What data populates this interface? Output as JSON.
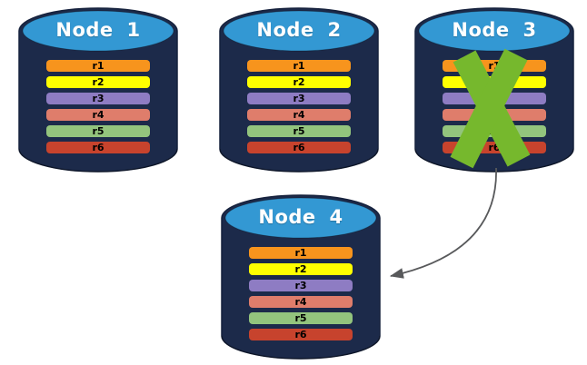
{
  "diagram": {
    "name": "database-replication-failover-diagram",
    "background": "#FFFFFF",
    "nodes": [
      {
        "label": "Node 1",
        "status": "ok"
      },
      {
        "label": "Node 2",
        "status": "ok"
      },
      {
        "label": "Node 3",
        "status": "failed"
      },
      {
        "label": "Node 4",
        "status": "ok"
      }
    ],
    "rows": [
      {
        "label": "r1",
        "color": "#F7941D"
      },
      {
        "label": "r2",
        "color": "#FFFF00"
      },
      {
        "label": "r3",
        "color": "#8E7CC3"
      },
      {
        "label": "r4",
        "color": "#DF7D6B"
      },
      {
        "label": "r5",
        "color": "#93C47D"
      },
      {
        "label": "r6",
        "color": "#C7432D"
      }
    ],
    "colors": {
      "cylinder_body": "#1C2A4A",
      "cylinder_top": "#3398D3",
      "title_text": "#FFFFFF",
      "row_text": "#000000",
      "failure_x": "#76B82D",
      "arrow": "#58595B"
    },
    "arrow": {
      "from": "Node 3",
      "to": "Node 4"
    }
  }
}
